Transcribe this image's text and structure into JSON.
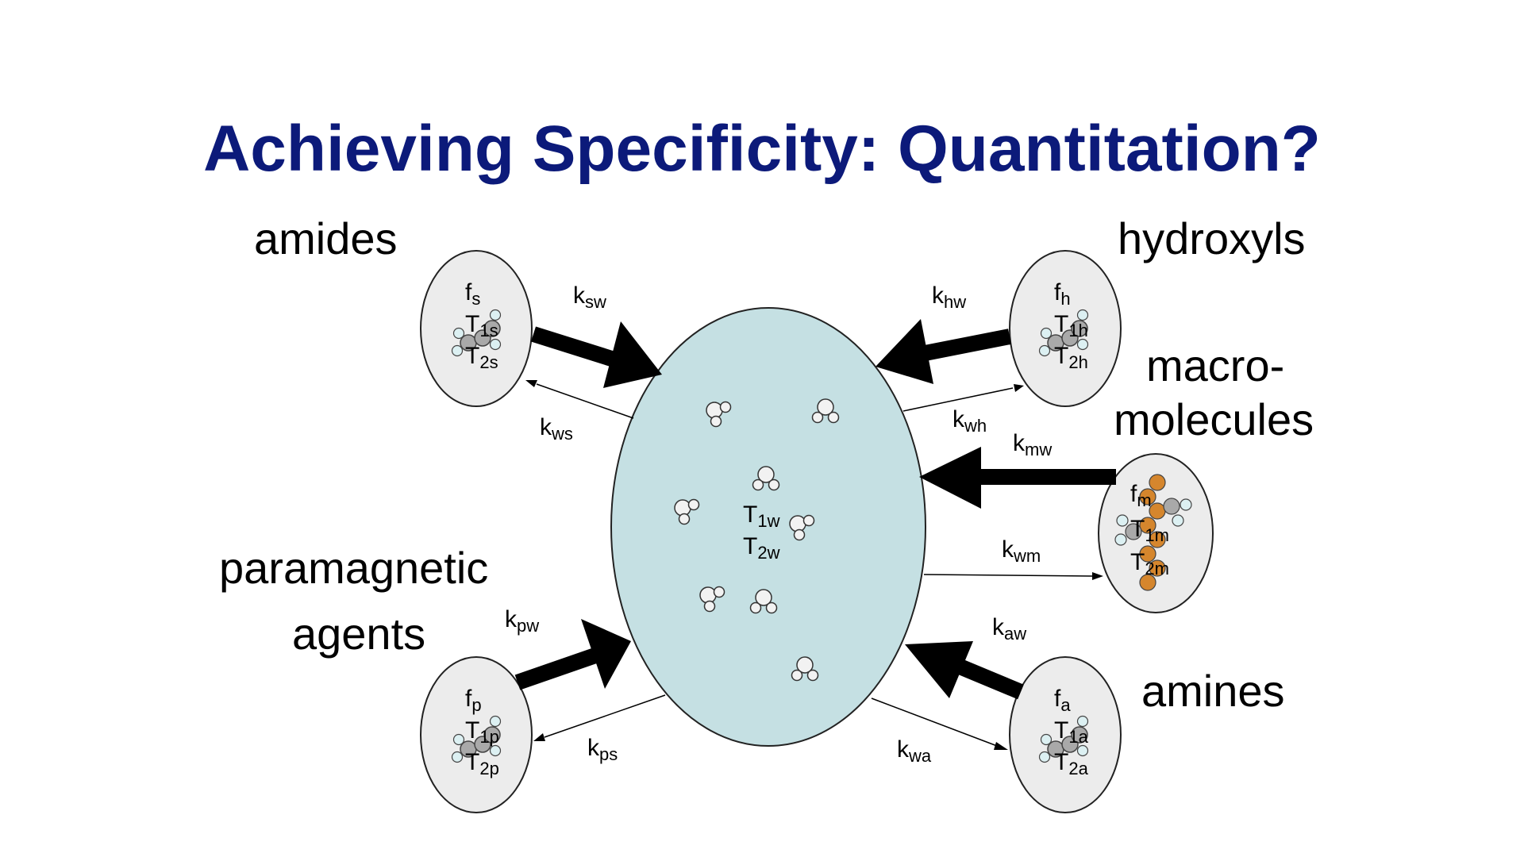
{
  "title": "Achieving Specificity: Quantitation?",
  "colors": {
    "title": "#0c1a7a",
    "water_pool": "#c5e0e3",
    "small_pool": "#ececec",
    "molecule_light": "#f2f2f2",
    "molecule_gray": "#a9a9a9",
    "molecule_blue": "#dcf0f2",
    "macromolecule": "#d5862d",
    "arrow": "#000000"
  },
  "icons": {
    "water_molecule": "water-molecule-icon",
    "bound_molecule": "molecule-cluster-icon",
    "macromolecule": "macromolecule-chain-icon"
  },
  "pools": {
    "water": {
      "T1": "T",
      "T1_sub": "1w",
      "T2": "T",
      "T2_sub": "2w"
    },
    "amides": {
      "label": "amides",
      "f": "f",
      "f_sub": "s",
      "T1": "T",
      "T1_sub": "1s",
      "T2": "T",
      "T2_sub": "2s",
      "k_in": "k",
      "k_in_sub": "sw",
      "k_out": "k",
      "k_out_sub": "ws"
    },
    "hydroxyls": {
      "label": "hydroxyls",
      "f": "f",
      "f_sub": "h",
      "T1": "T",
      "T1_sub": "1h",
      "T2": "T",
      "T2_sub": "2h",
      "k_in": "k",
      "k_in_sub": "hw",
      "k_out": "k",
      "k_out_sub": "wh"
    },
    "macromolecules": {
      "label_line1": "macro-",
      "label_line2": "molecules",
      "f": "f",
      "f_sub": "m",
      "T1": "T",
      "T1_sub": "1m",
      "T2": "T",
      "T2_sub": "2m",
      "k_in": "k",
      "k_in_sub": "mw",
      "k_out": "k",
      "k_out_sub": "wm"
    },
    "paramagnetic": {
      "label_line1": "paramagnetic",
      "label_line2": "agents",
      "f": "f",
      "f_sub": "p",
      "T1": "T",
      "T1_sub": "1p",
      "T2": "T",
      "T2_sub": "2p",
      "k_in": "k",
      "k_in_sub": "pw",
      "k_out": "k",
      "k_out_sub": "ps"
    },
    "amines": {
      "label": "amines",
      "f": "f",
      "f_sub": "a",
      "T1": "T",
      "T1_sub": "1a",
      "T2": "T",
      "T2_sub": "2a",
      "k_in": "k",
      "k_in_sub": "aw",
      "k_out": "k",
      "k_out_sub": "wa"
    }
  }
}
